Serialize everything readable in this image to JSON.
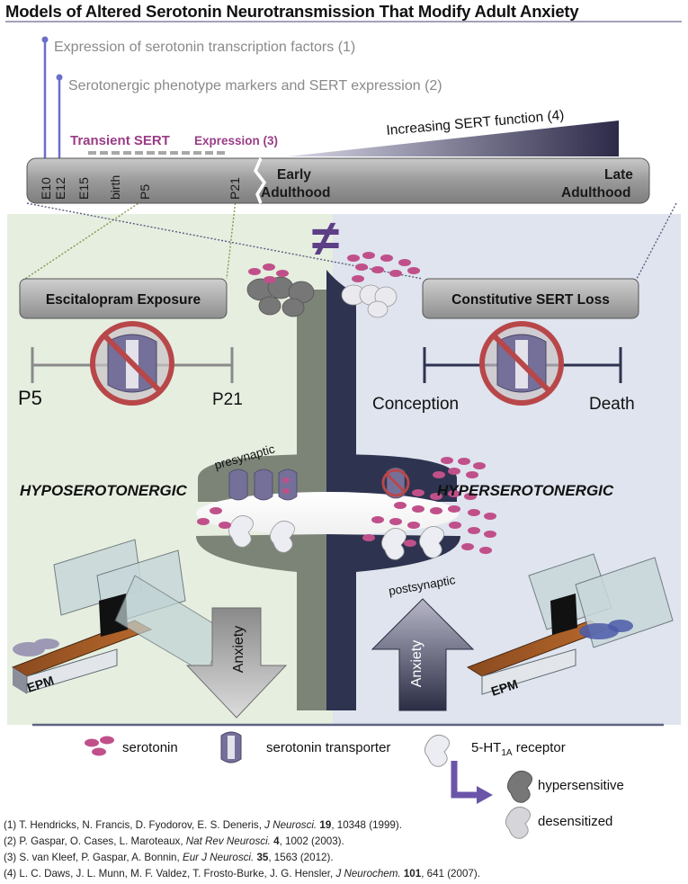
{
  "title": "Models of Altered Serotonin Neurotransmission That Modify Adult Anxiety",
  "timeline": {
    "factor_label_1": "Expression of serotonin transcription factors (1)",
    "factor_label_2": "Serotonergic phenotype markers and SERT expression (2)",
    "transient_label_a": "Transient SERT",
    "transient_label_b": "Expression (3)",
    "increasing_label": "Increasing SERT function (4)",
    "ticks": [
      "E10",
      "E12",
      "E15",
      "birth",
      "P5",
      "P21"
    ],
    "early_1": "Early",
    "early_2": "Adulthood",
    "late_1": "Late",
    "late_2": "Adulthood",
    "not_equal": "≠"
  },
  "left_panel": {
    "box_label": "Escitalopram Exposure",
    "start": "P5",
    "end": "P21",
    "state": "HYPOSEROTONERGIC",
    "epm": "EPM",
    "anxiety": "Anxiety",
    "bg_color": "#e6eee0"
  },
  "right_panel": {
    "box_label": "Constitutive SERT Loss",
    "start": "Conception",
    "end": "Death",
    "state": "HYPERSEROTONERGIC",
    "epm": "EPM",
    "anxiety": "Anxiety",
    "bg_color": "#dfe4ee"
  },
  "synapse": {
    "presynaptic": "presynaptic",
    "postsynaptic": "postsynaptic"
  },
  "legend": {
    "serotonin": "serotonin",
    "transporter": "serotonin transporter",
    "receptor_prefix": "5-HT",
    "receptor_sub": "1A",
    "receptor_suffix": " receptor",
    "hypersensitive": "hypersensitive",
    "desensitized": "desensitized"
  },
  "references": [
    {
      "num": "(1)",
      "authors": "T. Hendricks, N. Francis, D. Fyodorov, E. S. Deneris,",
      "journal": "J Neurosci.",
      "vol": "19",
      "rest": ", 10348 (1999)."
    },
    {
      "num": "(2)",
      "authors": "P. Gaspar, O. Cases, L. Maroteaux,",
      "journal": "Nat Rev Neurosci.",
      "vol": "4",
      "rest": ", 1002 (2003)."
    },
    {
      "num": "(3)",
      "authors": "S. van Kleef, P. Gaspar, A. Bonnin,",
      "journal": "Eur J Neurosci.",
      "vol": "35",
      "rest": ", 1563 (2012)."
    },
    {
      "num": "(4)",
      "authors": "L. C. Daws, J. L. Munn, M. F. Valdez, T. Frosto-Burke, J. G. Hensler,",
      "journal": "J Neurochem.",
      "vol": "101",
      "rest": ", 641 (2007)."
    }
  ],
  "colors": {
    "serotonin": "#c0508a",
    "transporter": "#75709a",
    "dark_neuron": "#2e3350",
    "grey_neuron": "#7c8478",
    "accent_line": "#6a6fc9",
    "transient": "#9a3c86"
  }
}
